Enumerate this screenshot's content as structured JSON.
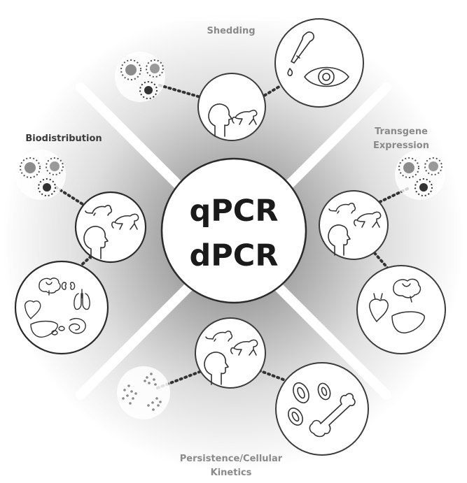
{
  "center": {
    "line1": "qPCR",
    "line2": "dPCR"
  },
  "sections": {
    "shedding": {
      "label": "Shedding"
    },
    "biodistribution": {
      "label": "Biodistribution"
    },
    "transgene": {
      "label_line1": "Transgene",
      "label_line2": "Expression"
    },
    "persistence": {
      "label_line1": "Persistence/Cellular",
      "label_line2": "Kinetics"
    }
  },
  "colors": {
    "label_dark": "#3a3a3a",
    "label_gray": "#8a8a8a",
    "stroke": "#3c3c3c",
    "center_text": "#1a1a1a"
  },
  "icons": {
    "species": "mouse-monkey-human-icons",
    "samples": "dotted-circle-samples-icon",
    "organs": "organs-icon",
    "cells": "cells-bone-icon",
    "eye": "eye-dropper-icon"
  }
}
